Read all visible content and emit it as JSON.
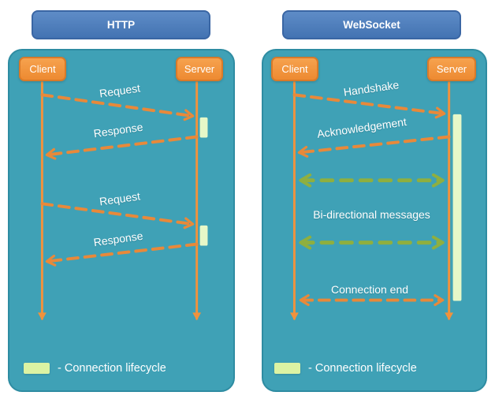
{
  "http_panel": {
    "title": "HTTP",
    "client_label": "Client",
    "server_label": "Server",
    "messages": [
      {
        "label": "Request",
        "from": "client",
        "to": "server",
        "style": "orange-dashed"
      },
      {
        "label": "Response",
        "from": "server",
        "to": "client",
        "style": "orange-dashed"
      },
      {
        "label": "Request",
        "from": "client",
        "to": "server",
        "style": "orange-dashed"
      },
      {
        "label": "Response",
        "from": "server",
        "to": "client",
        "style": "orange-dashed"
      }
    ],
    "activation_bars": 2,
    "legend": "- Connection lifecycle"
  },
  "websocket_panel": {
    "title": "WebSocket",
    "client_label": "Client",
    "server_label": "Server",
    "messages": [
      {
        "label": "Handshake",
        "from": "client",
        "to": "server",
        "style": "orange-dashed"
      },
      {
        "label": "Acknowledgement",
        "from": "server",
        "to": "client",
        "style": "orange-dashed"
      },
      {
        "label": "Bi-directional messages",
        "from": "both",
        "to": "both",
        "style": "green-dashed-double"
      },
      {
        "label": "Connection end",
        "from": "both",
        "to": "both",
        "style": "orange-dashed-double"
      }
    ],
    "activation_bars": 1,
    "legend": "- Connection lifecycle"
  },
  "colors": {
    "panel_fill": "#3fa1b6",
    "panel_border": "#2e8ca2",
    "title_fill": "#4373b2",
    "title_border": "#3a66a4",
    "actor_fill": "#ed8a31",
    "actor_border": "#d87a29",
    "arrow_orange": "#e8893a",
    "arrow_green": "#8faf3f",
    "lifecycle_fill": "#e7f8c8",
    "text": "#ffffff"
  }
}
